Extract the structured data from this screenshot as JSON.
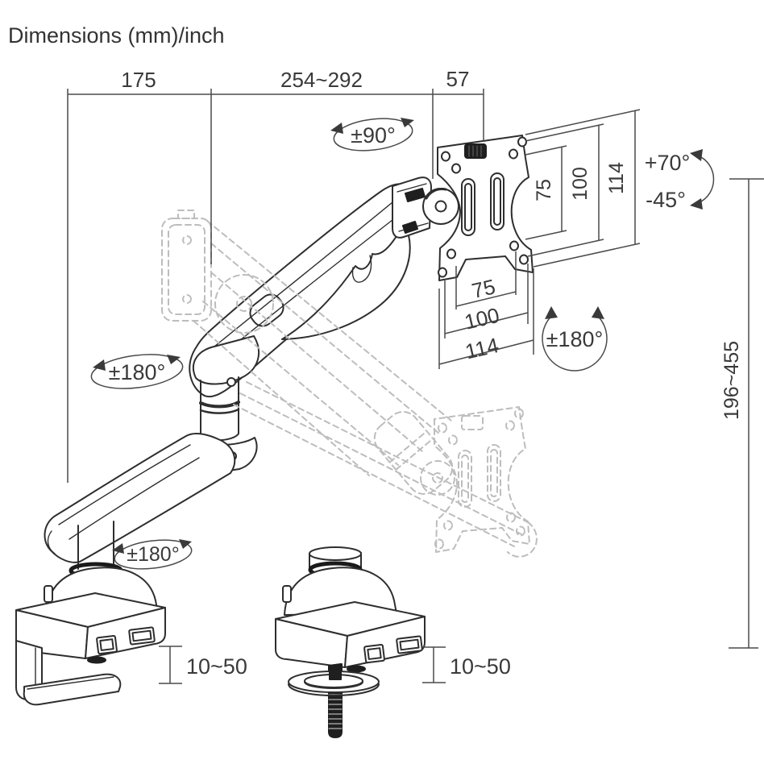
{
  "title": "Dimensions (mm)/inch",
  "labels": {
    "top": {
      "rear_offset": "175",
      "arm_reach": "254~292",
      "head_depth": "57"
    },
    "vesa_side": {
      "v75": "75",
      "v100": "100",
      "v114": "114"
    },
    "vesa_bottom": {
      "h75": "75",
      "h100": "100",
      "h114": "114"
    },
    "height_range": "196~455",
    "clamp_left": "10~50",
    "clamp_right": "10~50",
    "rot_head": "±90°",
    "tilt_up": "+70°",
    "tilt_down": "-45°",
    "rot_screen": "±180°",
    "rot_elbow": "±180°",
    "rot_base": "±180°"
  },
  "colors": {
    "line": "#2e2e2e",
    "dimension": "#4a4a4a",
    "ghost": "#bdbdbd",
    "text": "#3a3a3a",
    "background": "#ffffff"
  }
}
